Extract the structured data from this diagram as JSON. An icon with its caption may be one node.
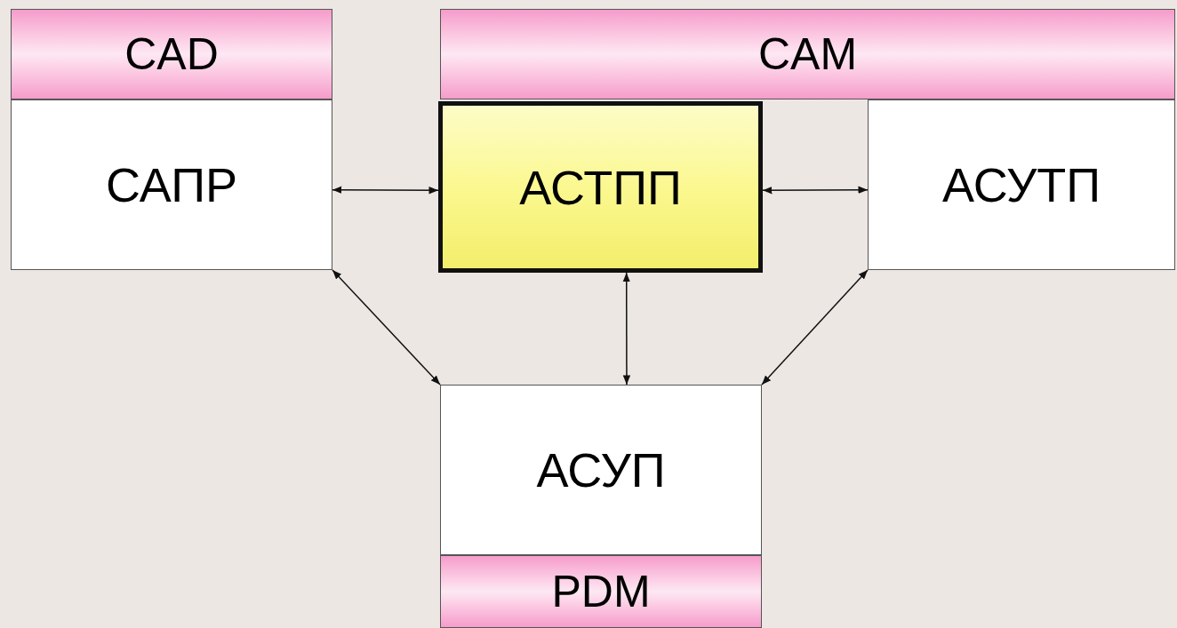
{
  "diagram": {
    "nodes": [
      {
        "text": [
          "CAD"
        ]
      },
      {
        "text": [
          "САПР"
        ]
      },
      {
        "text": [
          "CAM"
        ]
      },
      {
        "text": [
          "АСТПП"
        ]
      },
      {
        "text": [
          "АСУТП"
        ]
      },
      {
        "text": [
          "АСУП"
        ]
      },
      {
        "text": [
          "PDM"
        ]
      }
    ],
    "edges": [
      {
        "from": 1,
        "to": 3,
        "arrow": "both"
      },
      {
        "from": 3,
        "to": 4,
        "arrow": "both"
      },
      {
        "from": 3,
        "to": 5,
        "arrow": "both"
      },
      {
        "from": 1,
        "to": 5,
        "arrow": "both"
      },
      {
        "from": 4,
        "to": 5,
        "arrow": "both"
      }
    ]
  }
}
